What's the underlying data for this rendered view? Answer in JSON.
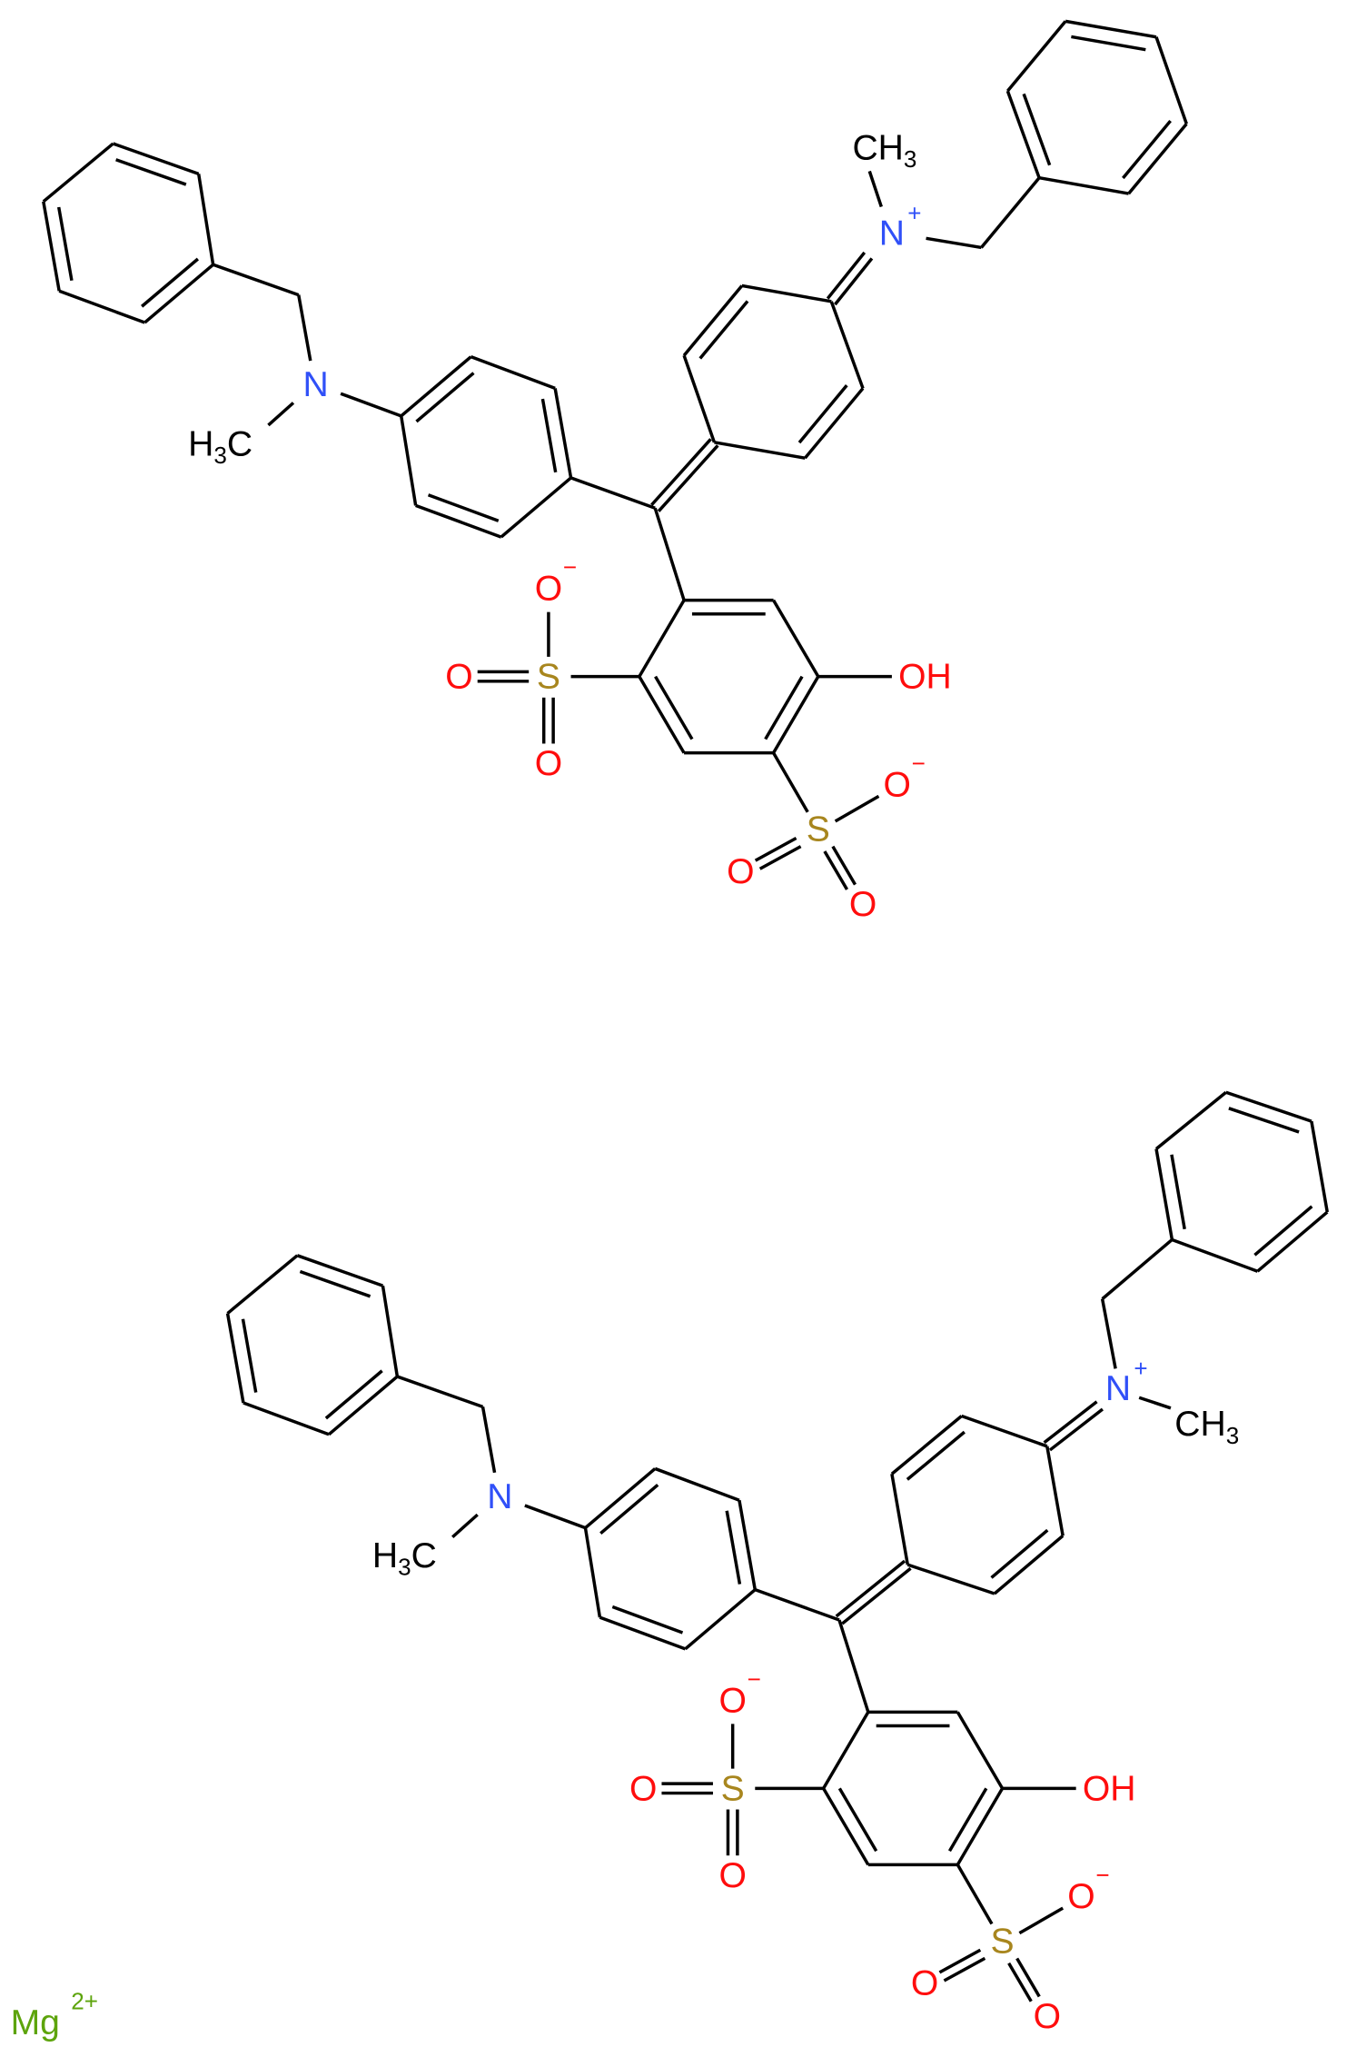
{
  "colors": {
    "carbon": "#000000",
    "nitrogen": "#3050F8",
    "oxygen": "#FF0D0D",
    "sulfur": "#A8861E",
    "magnesium": "#5DA40C"
  },
  "labels": {
    "nitrogen": "N",
    "plus": "+",
    "minus": "−",
    "oxygen": "O",
    "sulfur": "S",
    "hydroxyl": "OH",
    "methyl_ch": "CH",
    "methyl_h": "H",
    "methyl_c": "C",
    "subscript_3": "3",
    "magnesium": "Mg",
    "magnesium_charge": "2+"
  }
}
